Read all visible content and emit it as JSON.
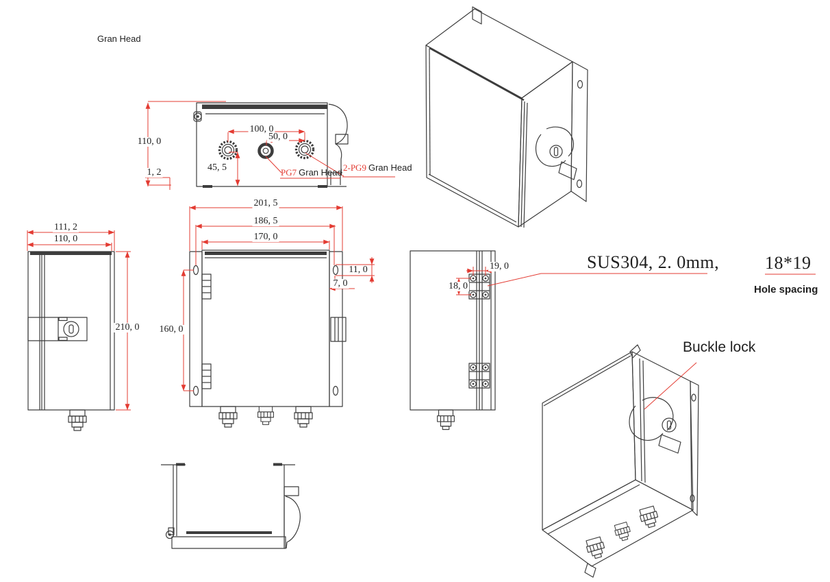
{
  "colors": {
    "background": "#ffffff",
    "linework": "#3d3d3d",
    "dimension": "#e33b32",
    "text": "#1f1f1f"
  },
  "annotations": {
    "gran_head_note": "Gran Head",
    "material_note": "SUS304, 2. 0mm,",
    "hole_spacing_value": "18*19",
    "hole_spacing_label": "Hole spacing",
    "buckle_lock_label": "Buckle lock"
  },
  "top_view": {
    "dim_height": "110, 0",
    "dim_gland_span": "100, 0",
    "dim_gland_offset": "50, 0",
    "dim_gland_from_bottom": "45, 5",
    "dim_door_gap": "1, 2",
    "small_gland_code": "PG7",
    "small_gland_label": "Gran Head",
    "large_gland_code": "2-PG9",
    "large_gland_label": "Gran Head"
  },
  "front_view": {
    "dim_width_overall": "201, 5",
    "dim_hole_span_h": "186, 5",
    "dim_body_width": "170, 0",
    "dim_hole_span_v": "160, 0",
    "dim_hole_slot": "11, 0",
    "dim_hole_offset": "7, 0"
  },
  "left_view": {
    "dim_depth_overall": "111, 2",
    "dim_depth_body": "110, 0",
    "dim_height": "210, 0"
  },
  "back_view": {
    "dim_hinge_holes_h": "19, 0",
    "dim_hinge_holes_v": "18, 0"
  }
}
